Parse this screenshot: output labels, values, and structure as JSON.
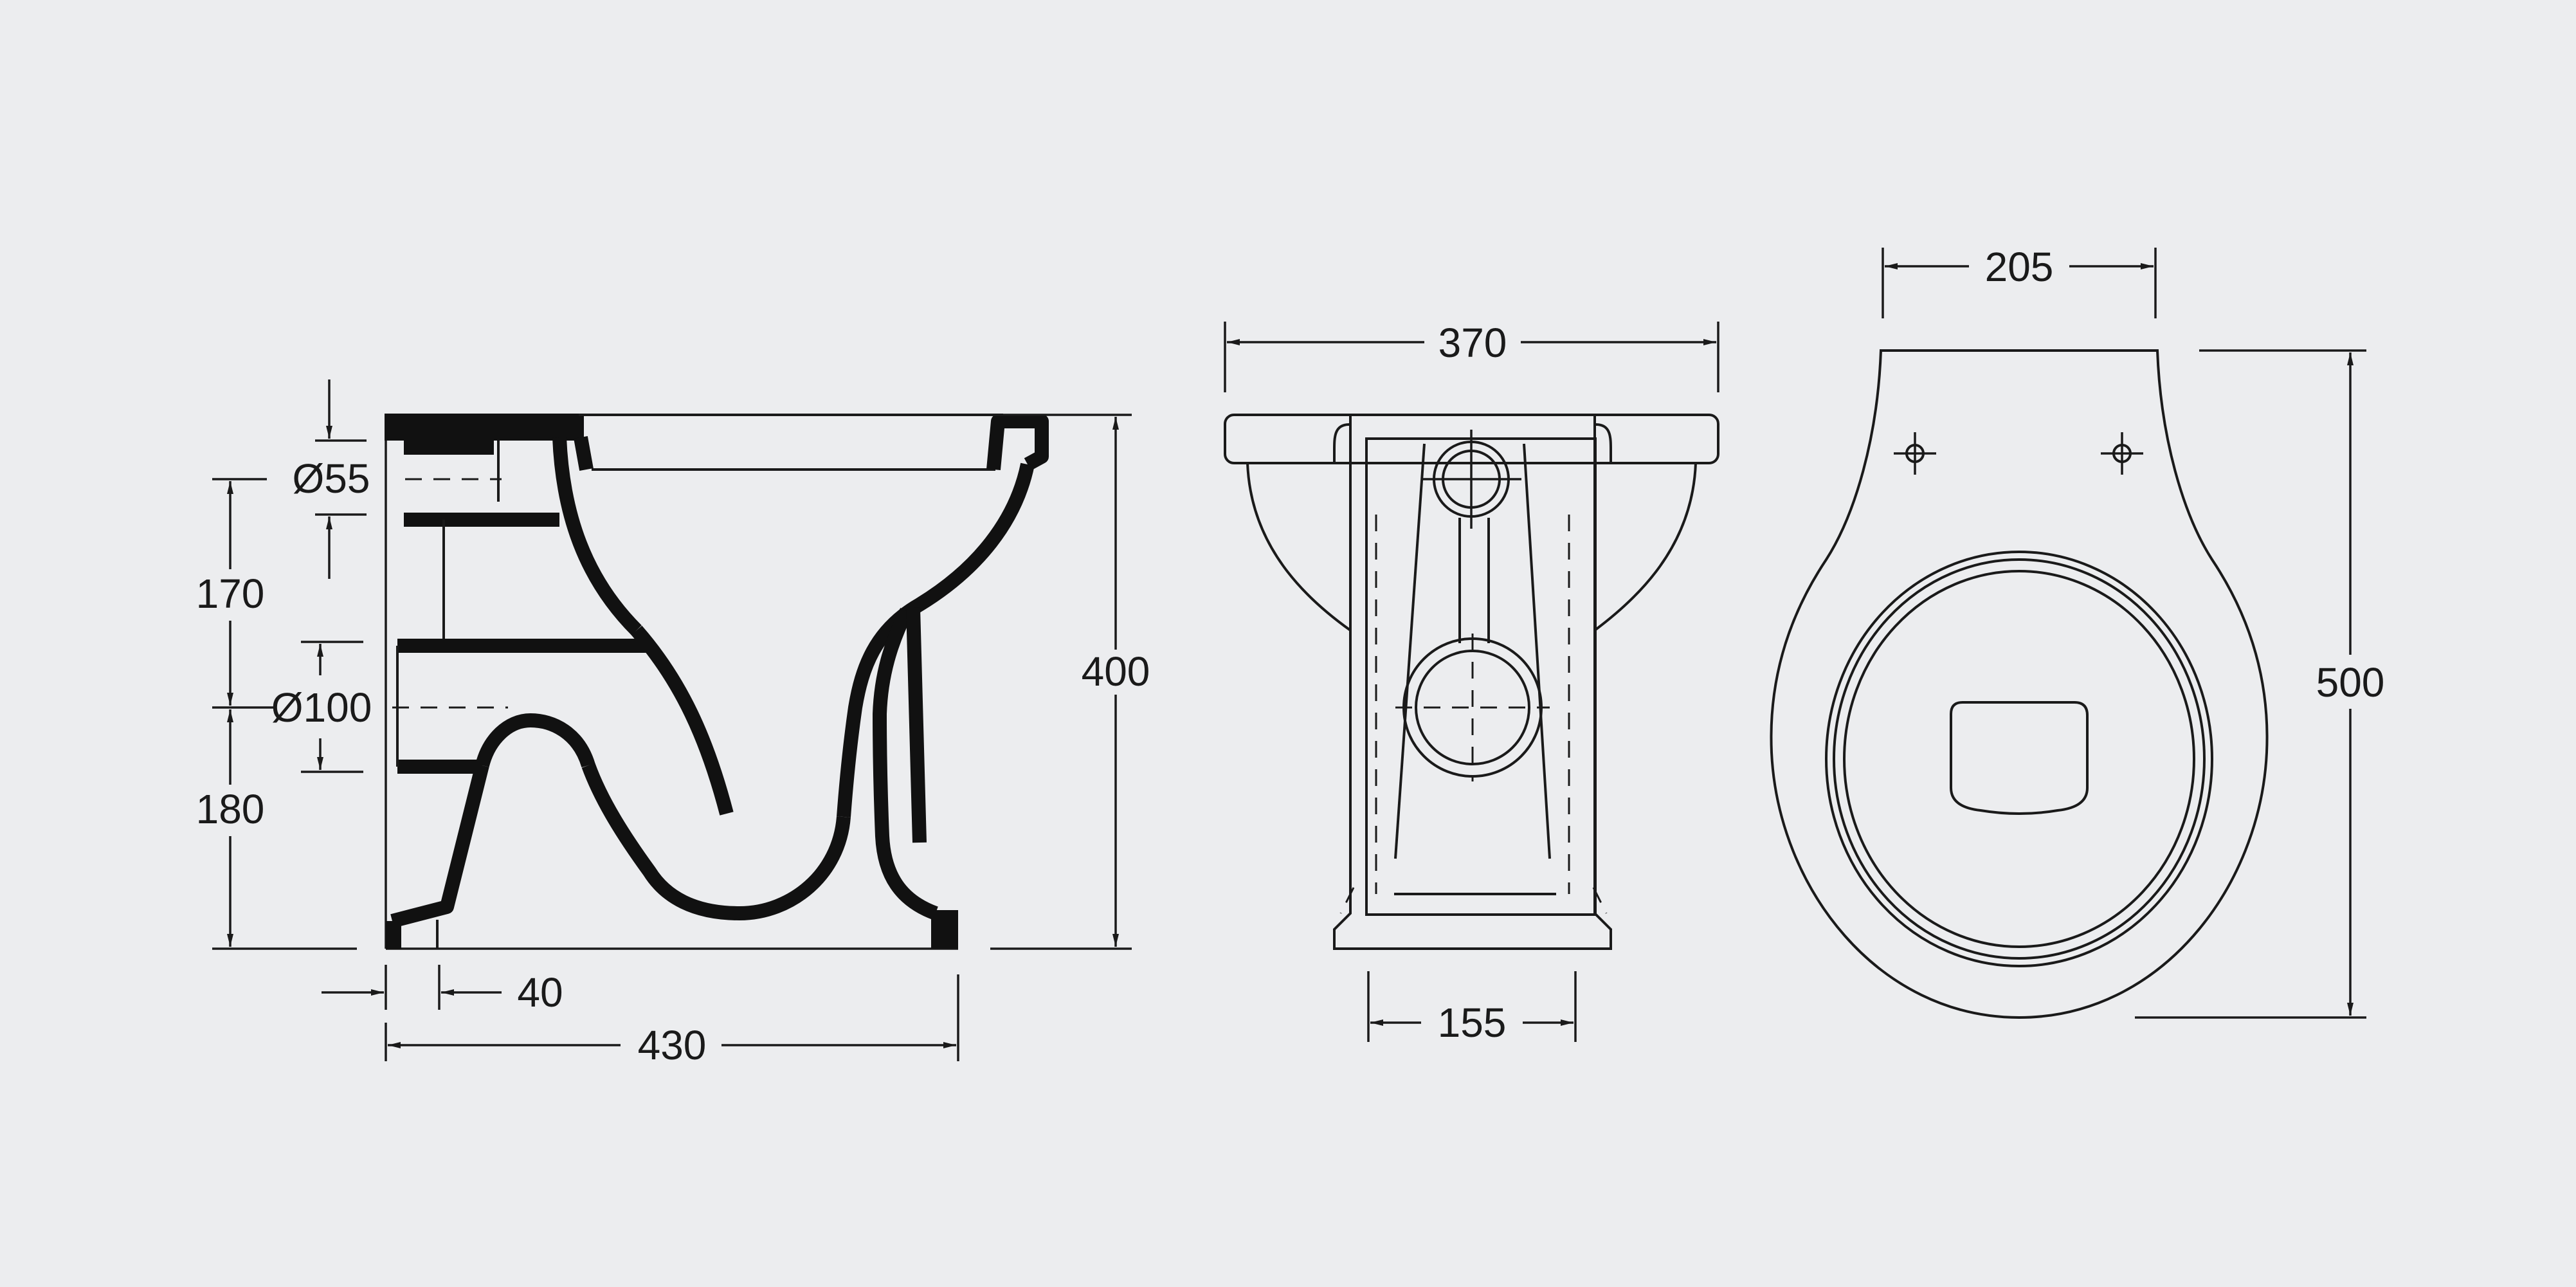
{
  "colors": {
    "background": "#ecedef",
    "line": "#1a1a1a"
  },
  "side_view": {
    "dim_outlet_small": "Ø55",
    "dim_outlet_small_height": "170",
    "dim_outlet_large": "Ø100",
    "dim_outlet_large_height": "180",
    "dim_height": "400",
    "dim_offset": "40",
    "dim_length": "430"
  },
  "front_view": {
    "dim_width": "370",
    "dim_base_width": "155"
  },
  "top_view": {
    "dim_fixing_spacing": "205",
    "dim_depth": "500"
  }
}
